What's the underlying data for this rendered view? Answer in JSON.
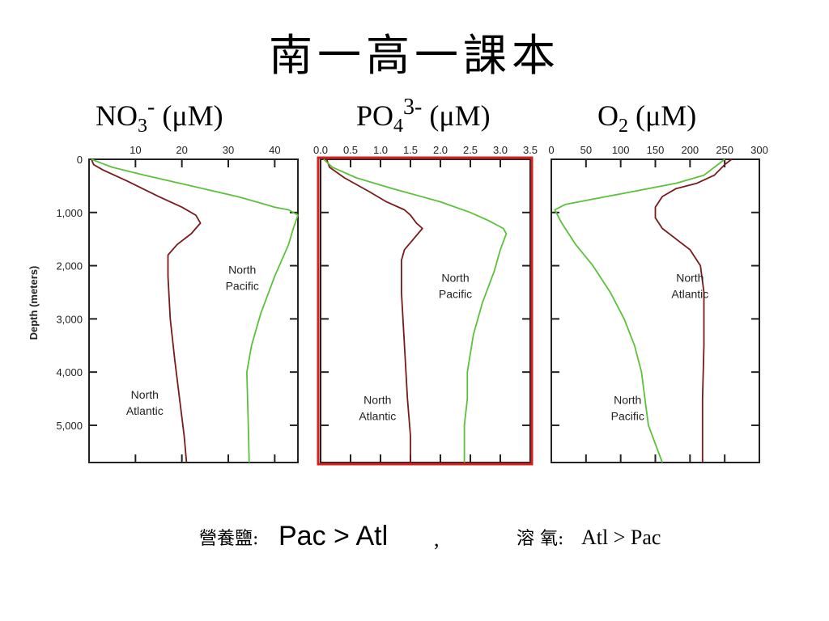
{
  "title": "南一高一課本",
  "panel_titles": [
    {
      "base": "NO",
      "sub": "3",
      "sup": "-",
      "unit": " (μM)"
    },
    {
      "base": "PO",
      "sub": "4",
      "sup": "3-",
      "unit": " (μM)"
    },
    {
      "base": "O",
      "sub": "2",
      "sup": "",
      "unit": " (μM)"
    }
  ],
  "footer": {
    "nutrient_label": "營養鹽:",
    "nutrient_compare": "Pac > Atl",
    "separator": ",",
    "oxygen_label": "溶 氧:",
    "oxygen_compare": "Atl > Pac"
  },
  "colors": {
    "atlantic": "#7a1a1a",
    "pacific": "#5cc13a",
    "highlight_box": "#d81e1e",
    "axis": "#222222"
  },
  "chart_data": [
    {
      "type": "line",
      "title": "NO3- (μM)",
      "ylabel": "Depth (meters)",
      "xlim": [
        0,
        45
      ],
      "ylim": [
        5700,
        0
      ],
      "x_ticks": [
        "10",
        "20",
        "30",
        "40"
      ],
      "x_tick_values": [
        10,
        20,
        30,
        40
      ],
      "y_ticks": [
        "0",
        "1,000",
        "2,000",
        "3,000",
        "4,000",
        "5,000"
      ],
      "y_tick_values": [
        0,
        1000,
        2000,
        3000,
        4000,
        5000
      ],
      "series": [
        {
          "name": "North Atlantic",
          "points": [
            [
              0.5,
              0
            ],
            [
              1,
              100
            ],
            [
              3,
              200
            ],
            [
              8,
              400
            ],
            [
              15,
              700
            ],
            [
              20,
              900
            ],
            [
              23,
              1050
            ],
            [
              24,
              1200
            ],
            [
              22,
              1400
            ],
            [
              19,
              1600
            ],
            [
              17,
              1800
            ],
            [
              17,
              2200
            ],
            [
              17.5,
              3000
            ],
            [
              18.5,
              3800
            ],
            [
              19.5,
              4500
            ],
            [
              20.5,
              5200
            ],
            [
              21,
              5700
            ]
          ]
        },
        {
          "name": "North Pacific",
          "points": [
            [
              0.5,
              0
            ],
            [
              2,
              50
            ],
            [
              5,
              150
            ],
            [
              12,
              300
            ],
            [
              22,
              500
            ],
            [
              32,
              700
            ],
            [
              38,
              850
            ],
            [
              40,
              900
            ],
            [
              43,
              950
            ],
            [
              45,
              1050
            ],
            [
              44,
              1300
            ],
            [
              43,
              1600
            ],
            [
              40,
              2200
            ],
            [
              37,
              2900
            ],
            [
              35,
              3500
            ],
            [
              34,
              4000
            ],
            [
              34.3,
              5000
            ],
            [
              34.5,
              5700
            ]
          ]
        }
      ],
      "annotations": [
        {
          "text": [
            "North",
            "Pacific"
          ],
          "x": 33,
          "y": 2150
        },
        {
          "text": [
            "North",
            "Atlantic"
          ],
          "x": 12,
          "y": 4500
        }
      ]
    },
    {
      "type": "line",
      "title": "PO43- (μM)",
      "ylabel": "Depth (meters)",
      "xlim": [
        0,
        3.5
      ],
      "ylim": [
        5700,
        0
      ],
      "x_ticks": [
        "0.0",
        "0.5",
        "1.0",
        "1.5",
        "2.0",
        "2.5",
        "3.0",
        "3.5"
      ],
      "x_tick_values": [
        0,
        0.5,
        1.0,
        1.5,
        2.0,
        2.5,
        3.0,
        3.5
      ],
      "series": [
        {
          "name": "North Atlantic",
          "points": [
            [
              0.1,
              0
            ],
            [
              0.15,
              150
            ],
            [
              0.4,
              350
            ],
            [
              0.8,
              600
            ],
            [
              1.1,
              800
            ],
            [
              1.4,
              950
            ],
            [
              1.5,
              1050
            ],
            [
              1.6,
              1200
            ],
            [
              1.7,
              1300
            ],
            [
              1.55,
              1500
            ],
            [
              1.4,
              1700
            ],
            [
              1.35,
              1900
            ],
            [
              1.35,
              2500
            ],
            [
              1.4,
              3500
            ],
            [
              1.45,
              4500
            ],
            [
              1.5,
              5200
            ],
            [
              1.5,
              5700
            ]
          ]
        },
        {
          "name": "North Pacific",
          "points": [
            [
              0.05,
              0
            ],
            [
              0.2,
              150
            ],
            [
              0.6,
              350
            ],
            [
              1.2,
              550
            ],
            [
              2.0,
              800
            ],
            [
              2.5,
              1000
            ],
            [
              2.8,
              1150
            ],
            [
              3.05,
              1300
            ],
            [
              3.1,
              1400
            ],
            [
              3.0,
              1700
            ],
            [
              2.9,
              2100
            ],
            [
              2.7,
              2700
            ],
            [
              2.55,
              3300
            ],
            [
              2.45,
              4000
            ],
            [
              2.45,
              4500
            ],
            [
              2.4,
              5000
            ],
            [
              2.4,
              5700
            ]
          ]
        }
      ],
      "annotations": [
        {
          "text": [
            "North",
            "Pacific"
          ],
          "x": 2.25,
          "y": 2300
        },
        {
          "text": [
            "North",
            "Atlantic"
          ],
          "x": 0.95,
          "y": 4600
        }
      ]
    },
    {
      "type": "line",
      "title": "O2 (μM)",
      "ylabel": "Depth (meters)",
      "xlim": [
        0,
        300
      ],
      "ylim": [
        5700,
        0
      ],
      "x_ticks": [
        "0",
        "50",
        "100",
        "150",
        "200",
        "250",
        "300"
      ],
      "x_tick_values": [
        0,
        50,
        100,
        150,
        200,
        250,
        300
      ],
      "series": [
        {
          "name": "North Atlantic",
          "points": [
            [
              260,
              0
            ],
            [
              250,
              100
            ],
            [
              235,
              300
            ],
            [
              210,
              450
            ],
            [
              180,
              550
            ],
            [
              160,
              700
            ],
            [
              150,
              900
            ],
            [
              150,
              1100
            ],
            [
              160,
              1300
            ],
            [
              180,
              1500
            ],
            [
              200,
              1700
            ],
            [
              215,
              2000
            ],
            [
              220,
              2500
            ],
            [
              220,
              3500
            ],
            [
              218,
              4500
            ],
            [
              218,
              5700
            ]
          ]
        },
        {
          "name": "North Pacific",
          "points": [
            [
              250,
              0
            ],
            [
              240,
              100
            ],
            [
              220,
              300
            ],
            [
              180,
              450
            ],
            [
              120,
              600
            ],
            [
              60,
              750
            ],
            [
              20,
              850
            ],
            [
              5,
              950
            ],
            [
              15,
              1200
            ],
            [
              35,
              1600
            ],
            [
              60,
              2000
            ],
            [
              85,
              2500
            ],
            [
              105,
              3000
            ],
            [
              120,
              3500
            ],
            [
              130,
              4000
            ],
            [
              135,
              4500
            ],
            [
              140,
              5000
            ],
            [
              160,
              5700
            ]
          ]
        }
      ],
      "annotations": [
        {
          "text": [
            "North",
            "Atlantic"
          ],
          "x": 200,
          "y": 2300
        },
        {
          "text": [
            "North",
            "Pacific"
          ],
          "x": 110,
          "y": 4600
        }
      ]
    }
  ]
}
